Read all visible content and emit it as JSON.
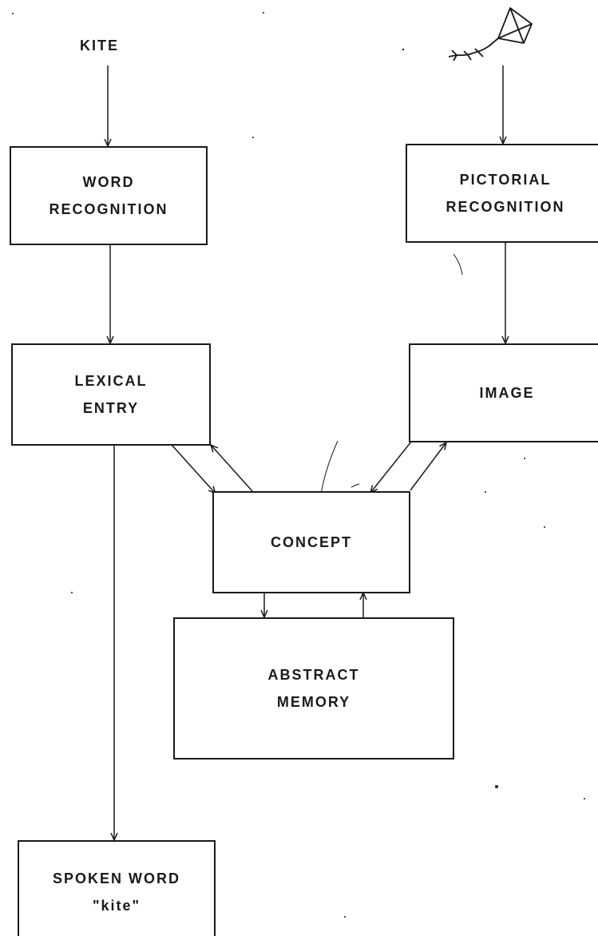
{
  "input_word": "KITE",
  "boxes": {
    "word_recognition": {
      "line1": "WORD",
      "line2": "RECOGNITION"
    },
    "pictorial_recognition": {
      "line1": "PICTORIAL",
      "line2": "RECOGNITION"
    },
    "lexical_entry": {
      "line1": "LEXICAL",
      "line2": "ENTRY"
    },
    "image": {
      "line1": "IMAGE"
    },
    "concept": {
      "line1": "CONCEPT"
    },
    "abstract_memory": {
      "line1": "ABSTRACT",
      "line2": "MEMORY"
    },
    "spoken_word": {
      "line1": "SPOKEN WORD",
      "line2": "\"kite\""
    }
  },
  "colors": {
    "ink": "#1a1a1a",
    "background": "#ffffff"
  },
  "icons": {
    "picture_input": "kite-icon"
  }
}
